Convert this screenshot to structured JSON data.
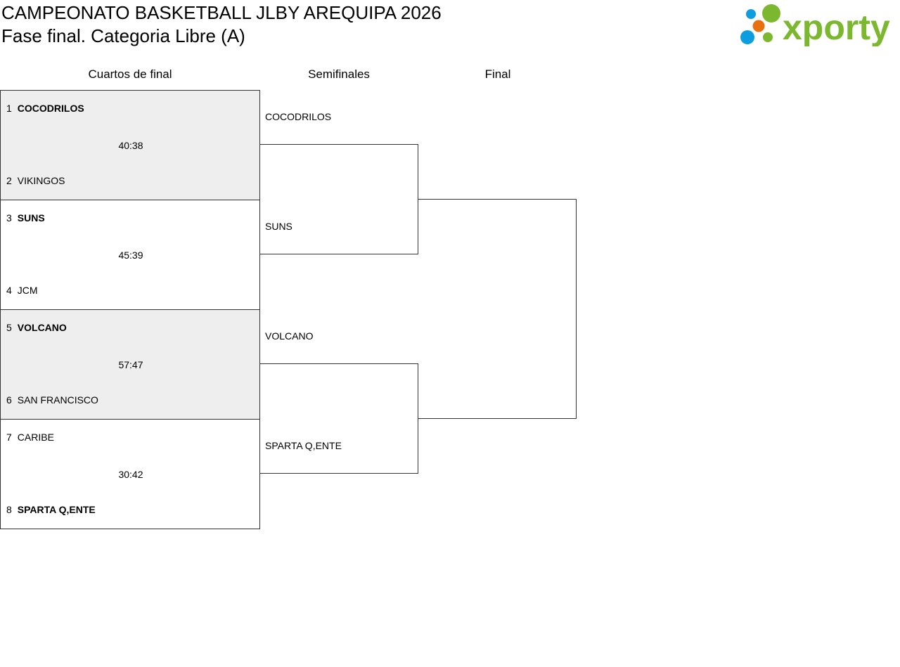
{
  "header": {
    "title": "CAMPEONATO BASKETBALL JLBY AREQUIPA 2026",
    "subtitle": "Fase final. Categoria Libre (A)",
    "logo_text": "xporty"
  },
  "columns": [
    "Cuartos de final",
    "Semifinales",
    "Final"
  ],
  "quarterfinals": [
    {
      "home": {
        "seed": "1",
        "name": "COCODRILOS",
        "winner": true
      },
      "away": {
        "seed": "2",
        "name": "VIKINGOS",
        "winner": false
      },
      "score": "40:38"
    },
    {
      "home": {
        "seed": "3",
        "name": "SUNS",
        "winner": true
      },
      "away": {
        "seed": "4",
        "name": "JCM",
        "winner": false
      },
      "score": "45:39"
    },
    {
      "home": {
        "seed": "5",
        "name": "VOLCANO",
        "winner": true
      },
      "away": {
        "seed": "6",
        "name": "SAN FRANCISCO",
        "winner": false
      },
      "score": "57:47"
    },
    {
      "home": {
        "seed": "7",
        "name": "CARIBE",
        "winner": false
      },
      "away": {
        "seed": "8",
        "name": "SPARTA Q,ENTE",
        "winner": true
      },
      "score": "30:42"
    }
  ],
  "semifinals": [
    "COCODRILOS",
    "SUNS",
    "VOLCANO",
    "SPARTA Q,ENTE"
  ],
  "colors": {
    "green": "#7cb82f",
    "blue": "#0d9ee0",
    "orange": "#e8700f",
    "shade": "#eeeeee"
  }
}
